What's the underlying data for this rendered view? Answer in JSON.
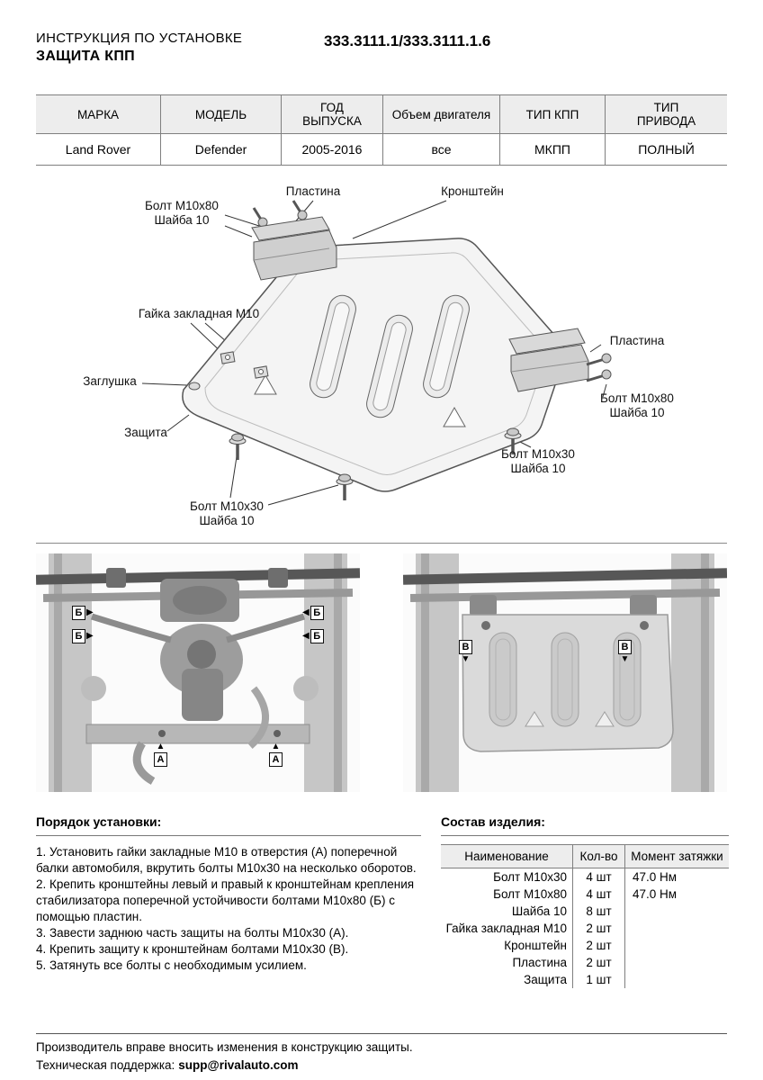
{
  "header": {
    "doc_type": "ИНСТРУКЦИЯ ПО УСТАНОВКЕ",
    "product": "ЗАЩИТА КПП",
    "part_number": "333.3111.1/333.3111.1.6"
  },
  "spec_table": {
    "headers": [
      "МАРКА",
      "МОДЕЛЬ",
      "ГОД\nВЫПУСКА",
      "Объем двигателя",
      "ТИП КПП",
      "ТИП\nПРИВОДА"
    ],
    "row": [
      "Land Rover",
      "Defender",
      "2005-2016",
      "все",
      "МКПП",
      "ПОЛНЫЙ"
    ]
  },
  "diagram": {
    "labels": {
      "plastina_left": "Пластина",
      "kronshtein": "Кронштейн",
      "bolt_m10x80_left": "Болт М10х80\nШайба 10",
      "gaika_zakladnaya": "Гайка закладная М10",
      "zaglushka": "Заглушка",
      "zashchita": "Защита",
      "bolt_m10x30_left": "Болт М10х30\nШайба 10",
      "plastina_right": "Пластина",
      "bolt_m10x80_right": "Болт М10х80\nШайба 10",
      "bolt_m10x30_right": "Болт М10х30\nШайба 10"
    }
  },
  "photos": {
    "marker_a": "А",
    "marker_b": "Б",
    "marker_v": "В"
  },
  "installation": {
    "title": "Порядок установки:",
    "steps": [
      "1. Установить гайки закладные М10 в отверстия (А) поперечной балки автомобиля, вкрутить болты М10х30 на несколько оборотов.",
      "2. Крепить кронштейны левый и правый к кронштейнам крепления стабилизатора поперечной устойчивости болтами М10х80 (Б) с помощью пластин.",
      "3. Завести заднюю часть защиты на болты М10х30 (А).",
      "4. Крепить защиту к кронштейнам болтами М10х30 (В).",
      "5. Затянуть все болты с необходимым усилием."
    ]
  },
  "composition": {
    "title": "Состав изделия:",
    "headers": [
      "Наименование",
      "Кол-во",
      "Момент затяжки"
    ],
    "rows": [
      {
        "name": "Болт М10х30",
        "qty": "4 шт",
        "torque": "47.0 Нм"
      },
      {
        "name": "Болт М10х80",
        "qty": "4 шт",
        "torque": "47.0 Нм"
      },
      {
        "name": "Шайба 10",
        "qty": "8 шт",
        "torque": ""
      },
      {
        "name": "Гайка закладная М10",
        "qty": "2 шт",
        "torque": ""
      },
      {
        "name": "Кронштейн",
        "qty": "2 шт",
        "torque": ""
      },
      {
        "name": "Пластина",
        "qty": "2 шт",
        "torque": ""
      },
      {
        "name": "Защита",
        "qty": "1 шт",
        "torque": ""
      }
    ]
  },
  "footer": {
    "disclaimer": "Производитель вправе вносить изменения в конструкцию защиты.",
    "support_label": "Техническая поддержка:",
    "support_email": "supp@rivalauto.com"
  }
}
